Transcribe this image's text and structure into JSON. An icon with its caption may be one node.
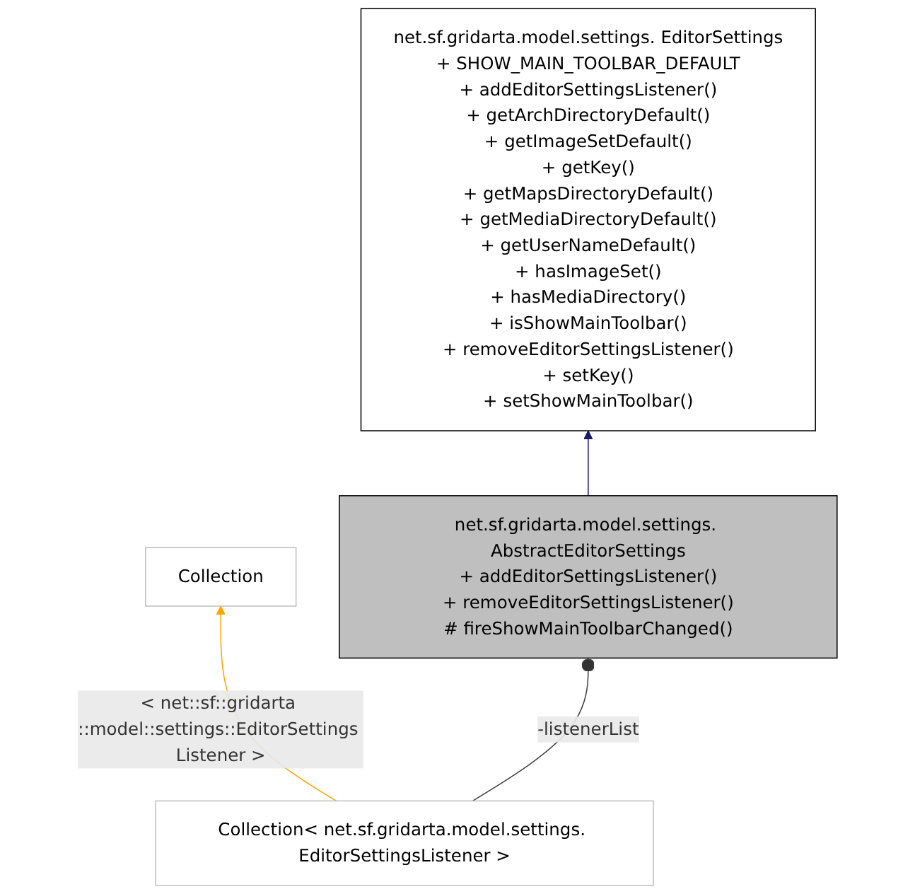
{
  "diagram": {
    "nodes": [
      {
        "text": [
          "Collection"
        ]
      },
      {
        "text": [
          "net.sf.gridarta.model.settings. EditorSettings",
          "+ SHOW_MAIN_TOOLBAR_DEFAULT",
          "+ addEditorSettingsListener()",
          "+ getArchDirectoryDefault()",
          "+ getImageSetDefault()",
          "+ getKey()",
          "+ getMapsDirectoryDefault()",
          "+ getMediaDirectoryDefault()",
          "+ getUserNameDefault()",
          "+ hasImageSet()",
          "+ hasMediaDirectory()",
          "+ isShowMainToolbar()",
          "+ removeEditorSettingsListener()",
          "+ setKey()",
          "+ setShowMainToolbar()"
        ]
      },
      {
        "text": [
          "Collection< net.sf.gridarta.model.settings. EditorSettingsListener >"
        ]
      },
      {
        "text": [
          "net.sf.gridarta.model.settings. AbstractEditorSettings",
          "+ addEditorSettingsListener()",
          "+ removeEditorSettingsListener()",
          "# fireShowMainToolbarChanged()"
        ]
      }
    ],
    "edges": [
      {
        "from": 2,
        "to": 0,
        "arrow": "to",
        "label": "< net::sf::gridarta ::model::settings::EditorSettings Listener >",
        "color": "#ffa500"
      },
      {
        "from": 3,
        "to": 1,
        "arrow": "to",
        "color": "#191970"
      },
      {
        "from": 2,
        "to": 3,
        "arrow": "other",
        "label": "-listenerList",
        "color": "#404040"
      }
    ]
  }
}
